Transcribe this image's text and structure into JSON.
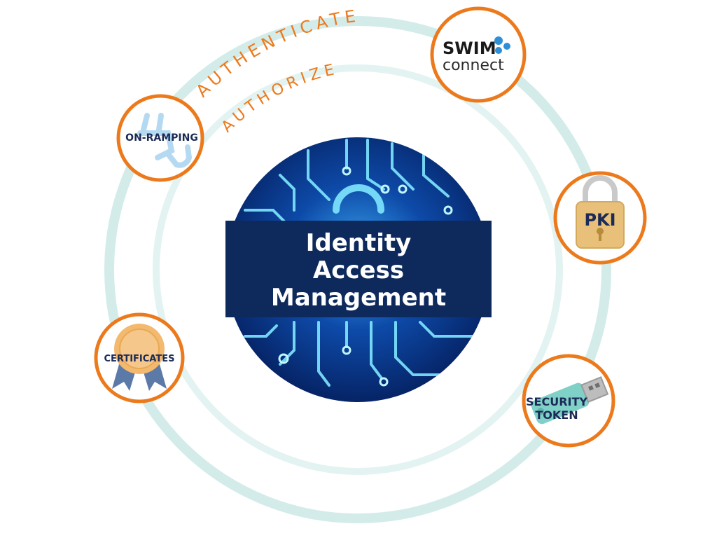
{
  "diagram": {
    "outer_ring_label": "AUTHENTICATE",
    "inner_ring_label": "AUTHORIZE",
    "center": {
      "lines": [
        "Identity",
        "Access",
        "Management"
      ]
    },
    "nodes": {
      "swim": {
        "line1": "SWIM",
        "line2": "connect",
        "icon": "swim-logo"
      },
      "onramping": {
        "label": "ON-RAMPING",
        "icon": "plug-icon"
      },
      "pki": {
        "label": "PKI",
        "icon": "padlock-icon"
      },
      "certificates": {
        "label": "CERTIFICATES",
        "icon": "ribbon-badge-icon"
      },
      "security_token": {
        "line1": "SECURITY",
        "line2": "TOKEN",
        "icon": "usb-token-icon"
      }
    },
    "colors": {
      "ring": "#cfe9e6",
      "node_border": "#ec7a1c",
      "label": "#1b2a57",
      "arc_text": "#ec7a1c",
      "banner": "#0e2a5c",
      "swim_dot": "#2e8fd6"
    }
  }
}
